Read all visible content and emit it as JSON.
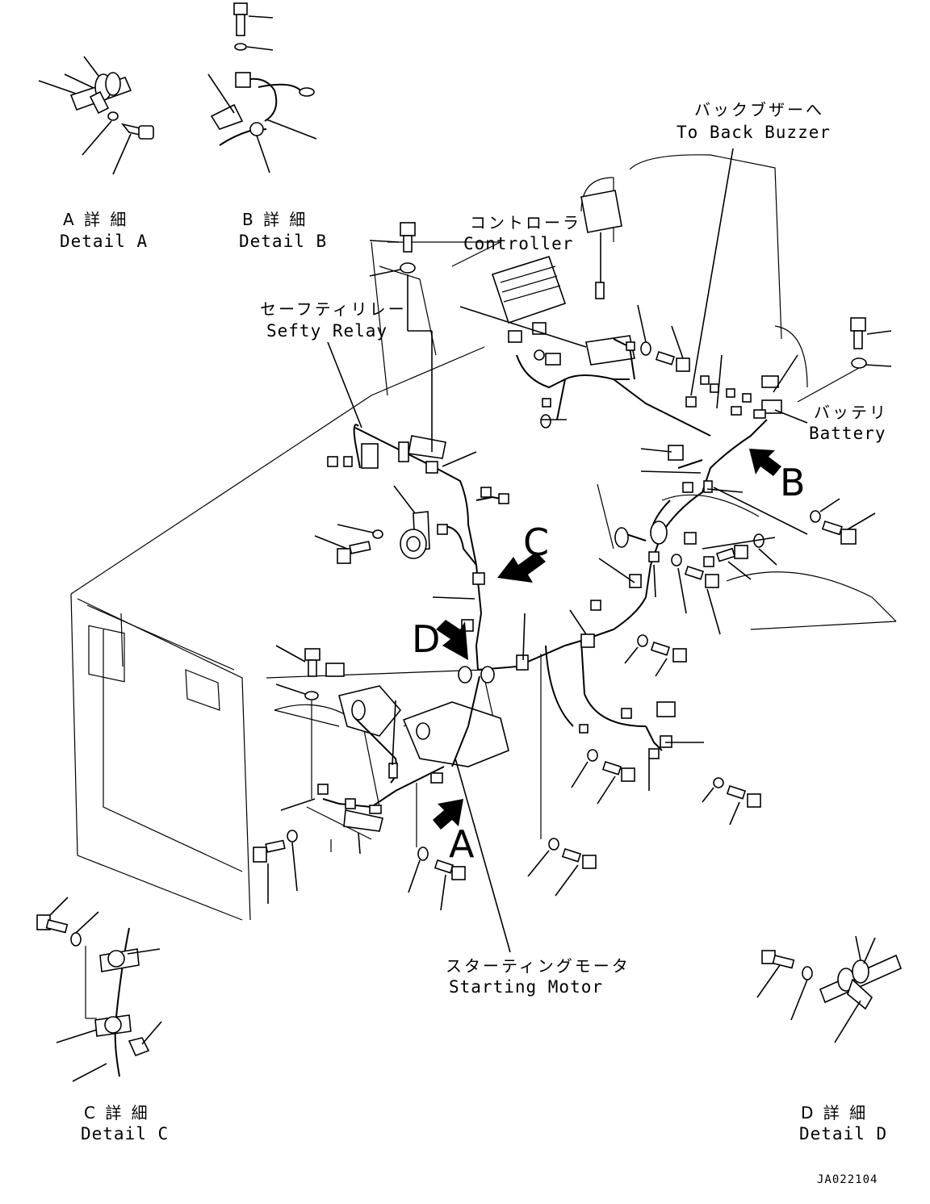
{
  "labels": {
    "back_buzzer_jp": "バックブザーへ",
    "back_buzzer_en": "To Back Buzzer",
    "controller_jp": "コントローラ",
    "controller_en": "Controller",
    "safety_relay_jp": "セーフティリレー",
    "safety_relay_en": "Sefty Relay",
    "battery_jp": "バッテリ",
    "battery_en": "Battery",
    "starting_motor_jp": "スターティングモータ",
    "starting_motor_en": "Starting Motor"
  },
  "details": {
    "a_jp": "A 詳 細",
    "a_en": "Detail A",
    "b_jp": "B 詳 細",
    "b_en": "Detail B",
    "c_jp": "C 詳 細",
    "c_en": "Detail C",
    "d_jp": "D 詳 細",
    "d_en": "Detail D"
  },
  "view_arrows": {
    "a": "A",
    "b": "B",
    "c": "C",
    "d": "D"
  },
  "drawing_code": "JA022104"
}
